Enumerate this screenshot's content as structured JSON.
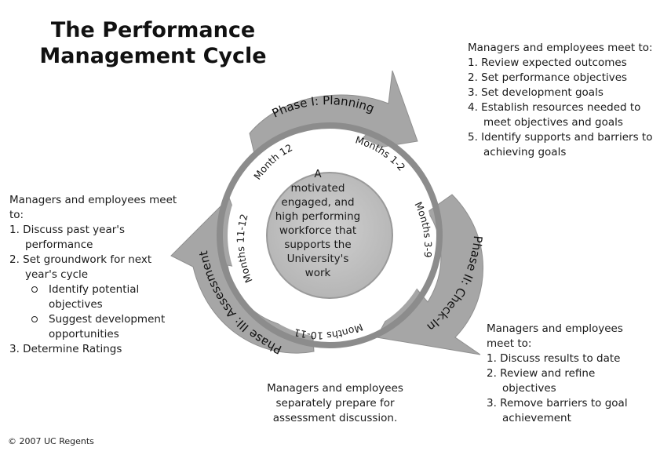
{
  "title": {
    "line1": "The Performance",
    "line2": "Management Cycle"
  },
  "center": {
    "lines": [
      "A",
      "motivated",
      "engaged, and",
      "high performing",
      "workforce that",
      "supports the",
      "University's",
      "work"
    ]
  },
  "phases": {
    "planning": "Phase I: Planning",
    "checkin": "Phase II: Check-In",
    "assessment": "Phase III: Assessment"
  },
  "months": {
    "m12": "Month 12",
    "m1_2": "Months 1-2",
    "m3_9": "Months 3-9",
    "m10_11": "Months 10-11",
    "m11_12": "Months 11-12"
  },
  "planning_box": {
    "intro": "Managers and employees meet to:",
    "items": [
      "1. Review expected outcomes",
      "2. Set performance objectives",
      "3. Set development goals",
      "4. Establish resources needed to meet objectives and goals",
      "5. Identify supports and barriers to achieving goals"
    ]
  },
  "assessment_box": {
    "intro": "Managers and employees meet to:",
    "item1": "1. Discuss past year's performance",
    "item2": "2. Set groundwork for next year's cycle",
    "sub": [
      "Identify potential objectives",
      "Suggest development opportunities"
    ],
    "item3": "3. Determine Ratings"
  },
  "checkin_box": {
    "intro": "Managers and employees meet to:",
    "items": [
      "1. Discuss results to date",
      "2. Review and refine objectives",
      "3. Remove barriers to goal achievement"
    ]
  },
  "bottom_note": "Managers and employees separately prepare for assessment discussion.",
  "copyright": "©  2007 UC Regents",
  "colors": {
    "arrow": "#a6a6a6",
    "ring": "#8c8c8c",
    "center": "#bdbdbd",
    "text": "#1a1a1a"
  }
}
